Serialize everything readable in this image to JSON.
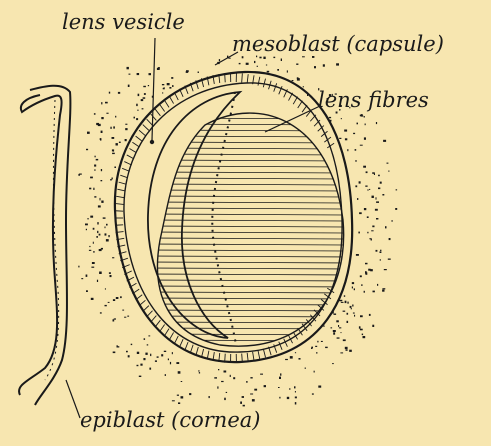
{
  "labels": {
    "lens_vesicle": "lens vesicle",
    "mesoblast": "mesoblast (capsule)",
    "lens_fibres": "lens fibres",
    "epiblast": "epiblast (cornea)"
  },
  "colors": {
    "paper": "#f7e6b0",
    "ink": "#1a1a1a"
  }
}
